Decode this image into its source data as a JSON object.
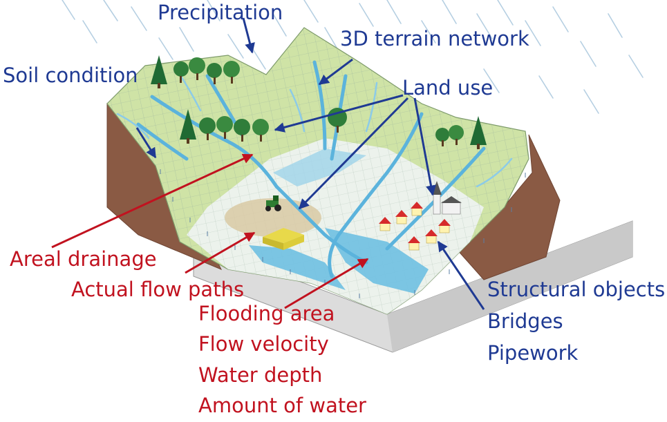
{
  "labels": {
    "precipitation": "Precipitation",
    "terrain_network": "3D terrain network",
    "soil_condition": "Soil condition",
    "land_use": "Land use",
    "areal_drainage": "Areal drainage",
    "actual_flow_paths": "Actual flow paths",
    "flooding_area": "Flooding area",
    "flow_velocity": "Flow velocity",
    "water_depth": "Water depth",
    "amount_of_water": "Amount of water",
    "structural_objects": "Structural objects",
    "bridges": "Bridges",
    "pipework": "Pipework"
  },
  "colors": {
    "label_blue": "#1f3a93",
    "label_red": "#c1121f",
    "terrain_green": "#cfe3a6",
    "water_blue": "#6fc0e2",
    "soil_brown": "#8a5a44",
    "base_grey": "#dcdcdc"
  },
  "icons": [
    "tree-icon",
    "conifer-icon",
    "house-icon",
    "church-icon",
    "tractor-icon",
    "barn-icon",
    "rain-streaks"
  ]
}
